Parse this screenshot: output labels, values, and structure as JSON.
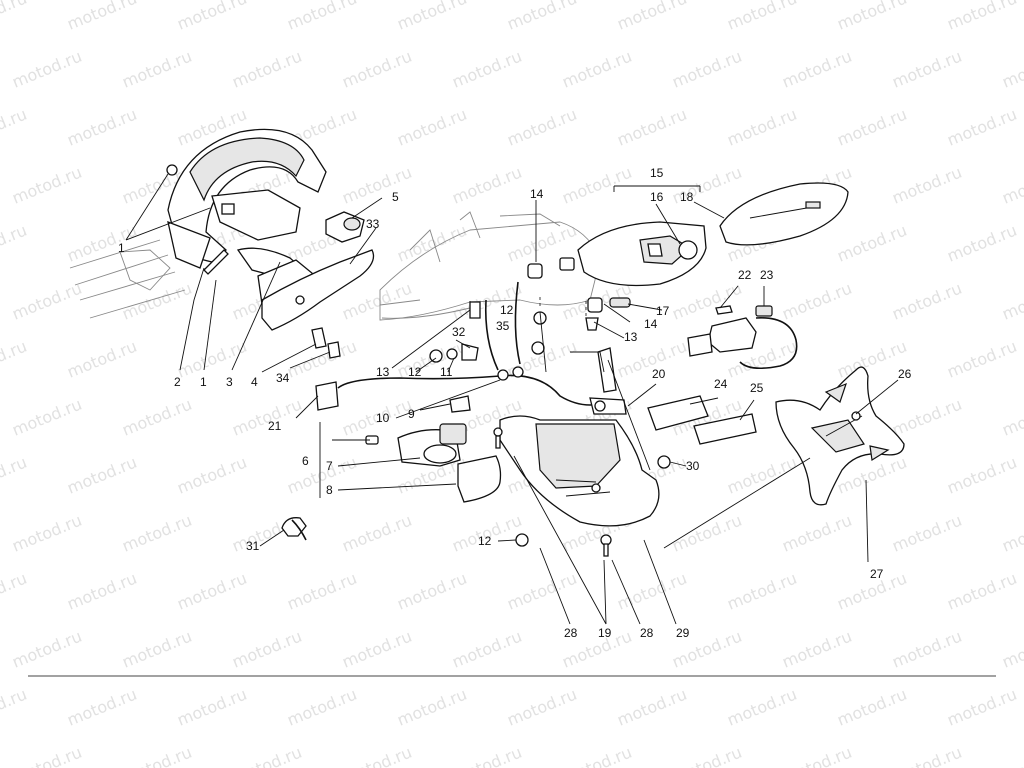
{
  "watermark": {
    "text": "motod.ru"
  },
  "labels": [
    {
      "id": "l1a",
      "text": "1"
    },
    {
      "id": "l2",
      "text": "2"
    },
    {
      "id": "l1b",
      "text": "1"
    },
    {
      "id": "l3",
      "text": "3"
    },
    {
      "id": "l4",
      "text": "4"
    },
    {
      "id": "l34",
      "text": "34"
    },
    {
      "id": "l5",
      "text": "5"
    },
    {
      "id": "l33",
      "text": "33"
    },
    {
      "id": "l14a",
      "text": "14"
    },
    {
      "id": "l15",
      "text": "15"
    },
    {
      "id": "l16",
      "text": "16"
    },
    {
      "id": "l18",
      "text": "18"
    },
    {
      "id": "l12a",
      "text": "12"
    },
    {
      "id": "l35",
      "text": "35"
    },
    {
      "id": "l17",
      "text": "17"
    },
    {
      "id": "l14b",
      "text": "14"
    },
    {
      "id": "l13a",
      "text": "13"
    },
    {
      "id": "l22",
      "text": "22"
    },
    {
      "id": "l23",
      "text": "23"
    },
    {
      "id": "l32",
      "text": "32"
    },
    {
      "id": "l13b",
      "text": "13"
    },
    {
      "id": "l12b",
      "text": "12"
    },
    {
      "id": "l11",
      "text": "11"
    },
    {
      "id": "l21",
      "text": "21"
    },
    {
      "id": "l10",
      "text": "10"
    },
    {
      "id": "l9",
      "text": "9"
    },
    {
      "id": "l20",
      "text": "20"
    },
    {
      "id": "l24",
      "text": "24"
    },
    {
      "id": "l25",
      "text": "25"
    },
    {
      "id": "l26",
      "text": "26"
    },
    {
      "id": "l6",
      "text": "6"
    },
    {
      "id": "l7",
      "text": "7"
    },
    {
      "id": "l8",
      "text": "8"
    },
    {
      "id": "l30",
      "text": "30"
    },
    {
      "id": "l31",
      "text": "31"
    },
    {
      "id": "l12c",
      "text": "12"
    },
    {
      "id": "l27",
      "text": "27"
    },
    {
      "id": "l28a",
      "text": "28"
    },
    {
      "id": "l19",
      "text": "19"
    },
    {
      "id": "l28b",
      "text": "28"
    },
    {
      "id": "l29",
      "text": "29"
    }
  ]
}
